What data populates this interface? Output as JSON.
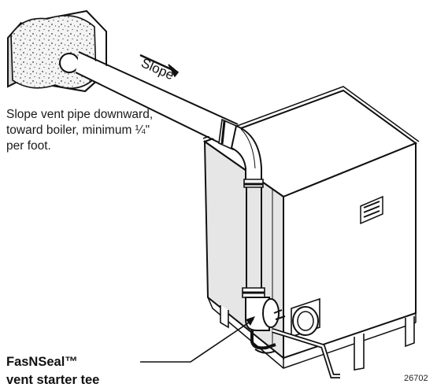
{
  "labels": {
    "slope": "Slope",
    "instruction": "Slope vent pipe downward, toward boiler, minimum ¼\" per foot.",
    "callout_line1": "FasNSeal™",
    "callout_line2": "vent starter tee",
    "figure_number": "26702"
  }
}
